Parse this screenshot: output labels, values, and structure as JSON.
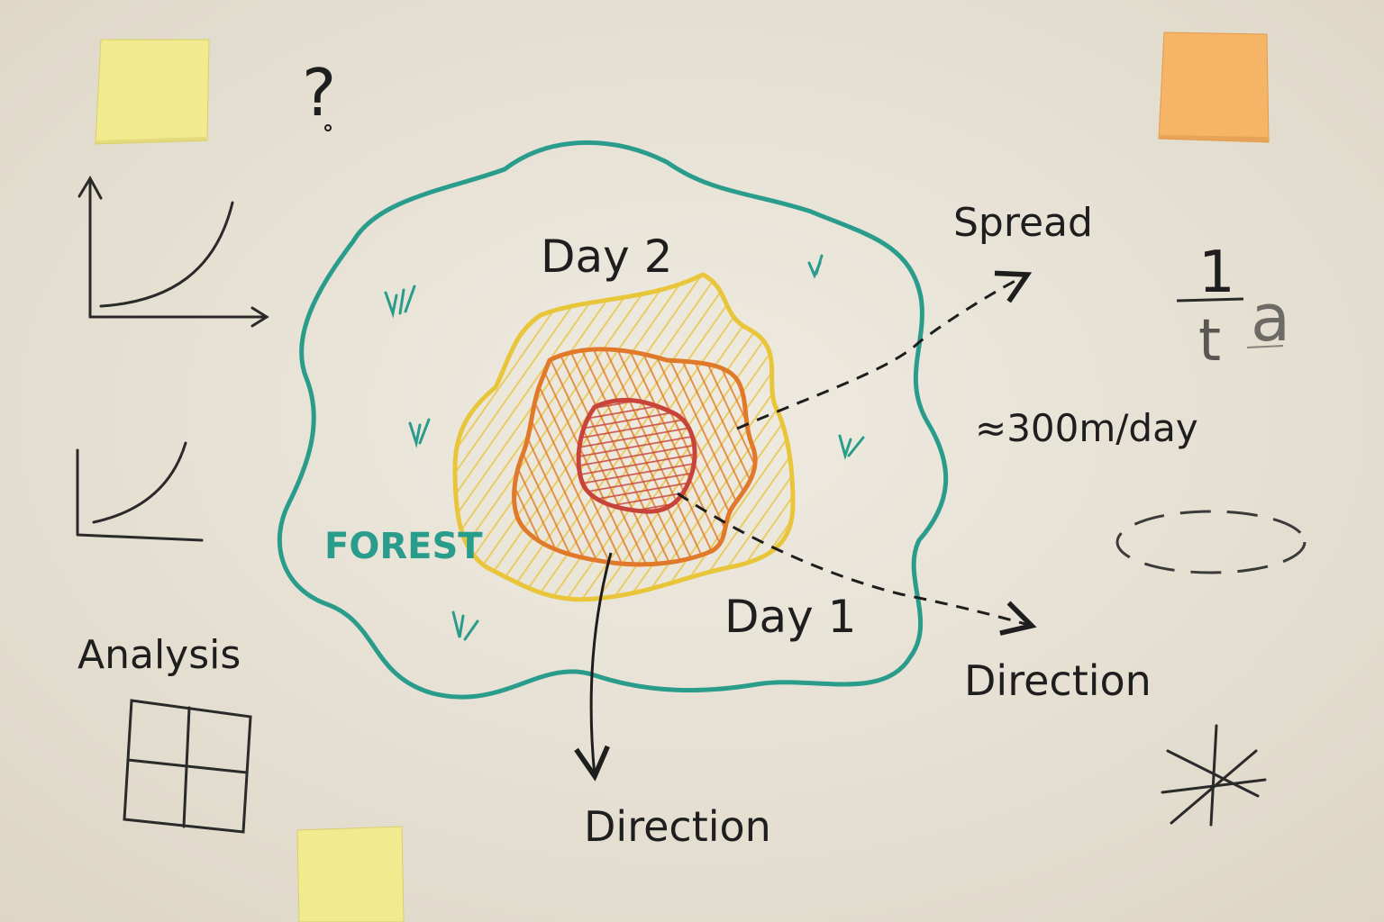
{
  "labels": {
    "question": "?",
    "day2": "Day 2",
    "day1": "Day 1",
    "forest": "FOREST",
    "spread": "Spread",
    "rate": "≈300m/day",
    "direction_right": "Direction",
    "direction_bottom": "Direction",
    "analysis": "Analysis",
    "fraction_top": "1",
    "fraction_bottom": "t",
    "fraction_side": "a"
  },
  "colors": {
    "board": "#e9e4d8",
    "ink": "#1e1e1e",
    "forest_outline": "#2a9c8c",
    "day2_zone": "#e9c53a",
    "day1_zone": "#e07a2a",
    "origin_zone": "#c8443a",
    "sticky_yellow": "#f2ea8e",
    "sticky_orange": "#f6b466"
  },
  "icons": [
    "sticky-note",
    "grass-tuft-icon",
    "arrow-icon",
    "star-icon",
    "grid-icon",
    "graph-icon"
  ]
}
